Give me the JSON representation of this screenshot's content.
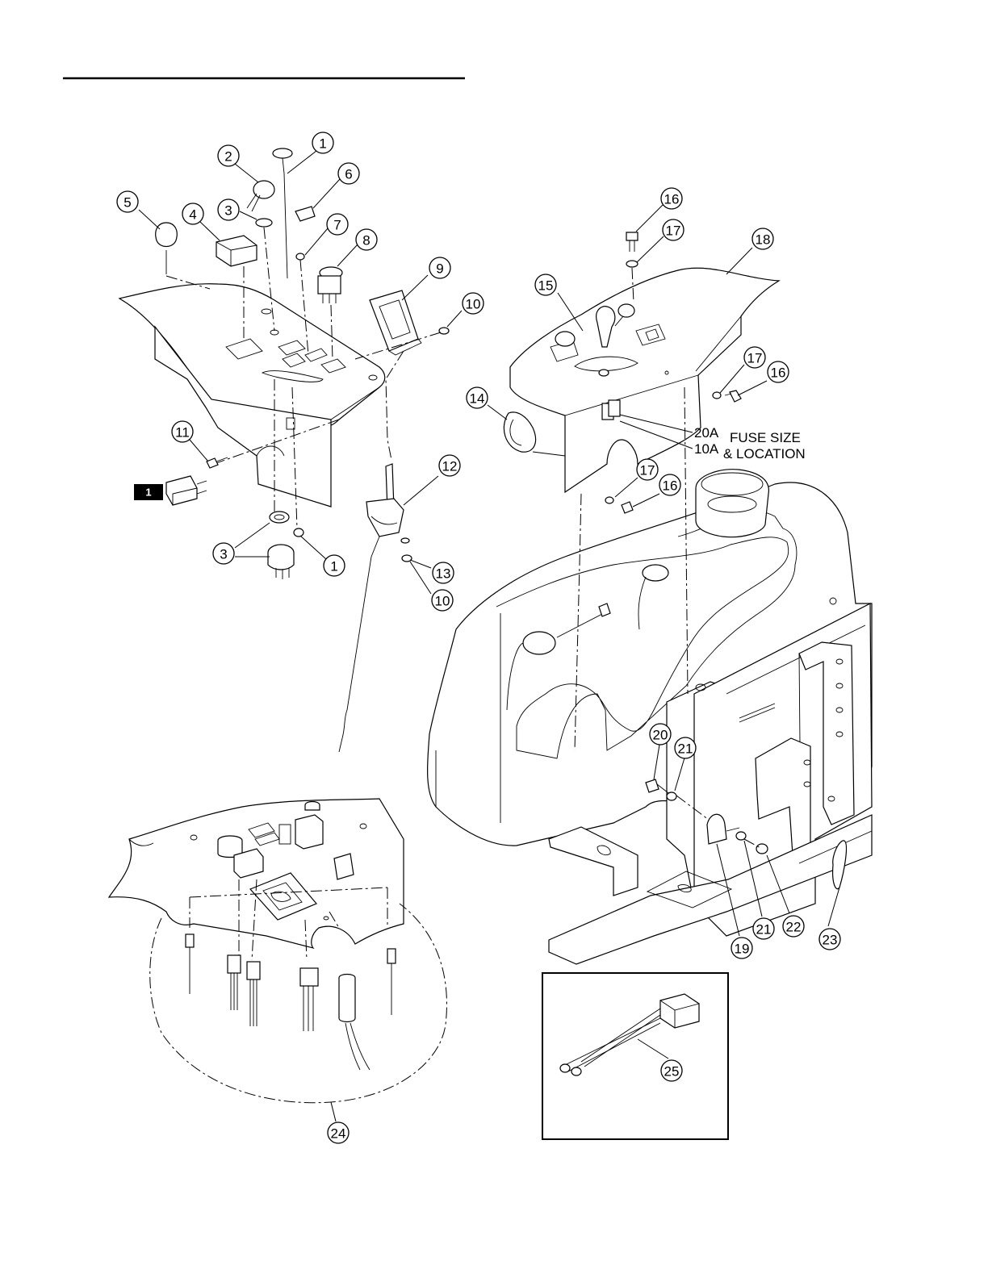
{
  "diagram": {
    "reference_badge": "1",
    "fuse_note": {
      "amp_20": "20A",
      "amp_10": "10A",
      "line1": "FUSE SIZE",
      "line2": "& LOCATION"
    },
    "callouts": [
      {
        "id": "c1a",
        "label": "1"
      },
      {
        "id": "c2",
        "label": "2"
      },
      {
        "id": "c3a",
        "label": "3"
      },
      {
        "id": "c4",
        "label": "4"
      },
      {
        "id": "c5",
        "label": "5"
      },
      {
        "id": "c6",
        "label": "6"
      },
      {
        "id": "c7",
        "label": "7"
      },
      {
        "id": "c8",
        "label": "8"
      },
      {
        "id": "c9",
        "label": "9"
      },
      {
        "id": "c10a",
        "label": "10"
      },
      {
        "id": "c11",
        "label": "11"
      },
      {
        "id": "c12",
        "label": "12"
      },
      {
        "id": "c3b",
        "label": "3"
      },
      {
        "id": "c1b",
        "label": "1"
      },
      {
        "id": "c13",
        "label": "13"
      },
      {
        "id": "c10b",
        "label": "10"
      },
      {
        "id": "c16a",
        "label": "16"
      },
      {
        "id": "c17a",
        "label": "17"
      },
      {
        "id": "c18",
        "label": "18"
      },
      {
        "id": "c15",
        "label": "15"
      },
      {
        "id": "c17b",
        "label": "17"
      },
      {
        "id": "c16b",
        "label": "16"
      },
      {
        "id": "c14",
        "label": "14"
      },
      {
        "id": "c17c",
        "label": "17"
      },
      {
        "id": "c16c",
        "label": "16"
      },
      {
        "id": "c20",
        "label": "20"
      },
      {
        "id": "c21a",
        "label": "21"
      },
      {
        "id": "c19",
        "label": "19"
      },
      {
        "id": "c21b",
        "label": "21"
      },
      {
        "id": "c22",
        "label": "22"
      },
      {
        "id": "c23",
        "label": "23"
      },
      {
        "id": "c24",
        "label": "24"
      },
      {
        "id": "c25",
        "label": "25"
      }
    ]
  }
}
